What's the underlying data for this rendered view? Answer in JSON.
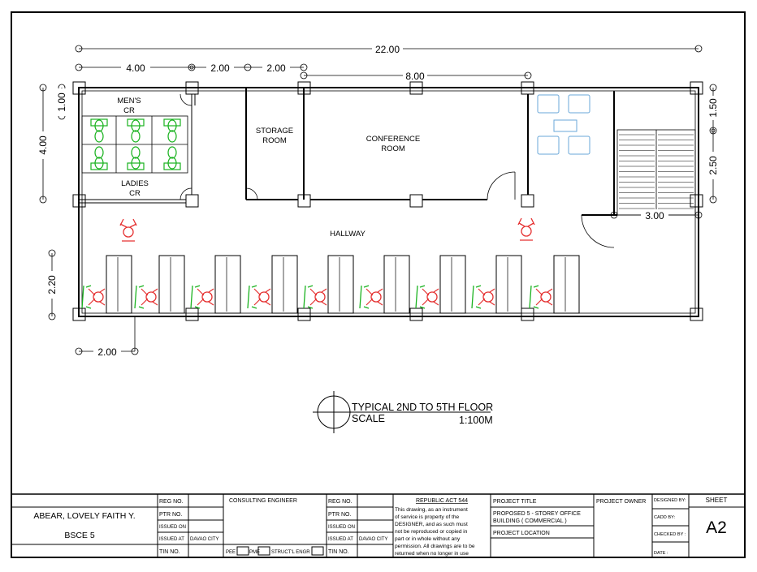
{
  "dimensions": {
    "overall": "22.00",
    "cr_width": "4.00",
    "gap_a": "2.00",
    "gap_b": "2.00",
    "conference_width": "8.00",
    "left_height": "4.00",
    "left_top": "1.00",
    "right_top": "1.50",
    "right_mid": "2.50",
    "stair_width": "3.00",
    "workstation_depth": "2.20",
    "workstation_width": "2.00"
  },
  "rooms": {
    "mens_cr": "MEN'S\nCR",
    "mens_cr_l1": "MEN'S",
    "mens_cr_l2": "CR",
    "ladies_cr_l1": "LADIES",
    "ladies_cr_l2": "CR",
    "storage_l1": "STORAGE",
    "storage_l2": "ROOM",
    "conference_l1": "CONFERENCE",
    "conference_l2": "ROOM",
    "hallway": "HALLWAY"
  },
  "drawing_title": {
    "title": "TYPICAL 2ND TO 5TH FLOOR",
    "scale_label": "SCALE",
    "scale_value": "1:100M"
  },
  "title_block": {
    "name": "ABEAR, LOVELY FAITH Y.",
    "course": "BSCE 5",
    "reg_no": "REG NO.",
    "ptr_no": "PTR NO.",
    "issued_on": "ISSUED ON",
    "issued_at": "ISSUED AT",
    "issued_city": "DAVAO CITY",
    "tin_no": "TIN NO.",
    "consulting_engineer": "CONSULTING ENGINEER",
    "pee": "PEE",
    "pme": "PME",
    "structl": "STRUCT'L ENGR",
    "republic_act": "REPUBLIC ACT 544",
    "ra_l1": "This drawing, as an instrument",
    "ra_l2": "of service is property of the",
    "ra_l3": "DESIGNER, and as such must",
    "ra_l4": "not be reproduced or copied in",
    "ra_l5": "part or in whole without any",
    "ra_l6": "permission. All drawings are to be",
    "ra_l7": "returned when no longer in use",
    "project_title": "PROJECT TITLE",
    "project_name_l1": "PROPOSED 5 - STOREY OFFICE",
    "project_name_l2": "BUILDING ( COMMERCIAL )",
    "project_location": "PROJECT LOCATION",
    "project_owner": "PROJECT OWNER",
    "designed_by": "DESIGNED BY:",
    "cadd_by": "CADD BY:",
    "checked_by": "CHECKED BY :",
    "date": "DATE :",
    "sheet_label": "SHEET",
    "sheet_no": "A2"
  }
}
